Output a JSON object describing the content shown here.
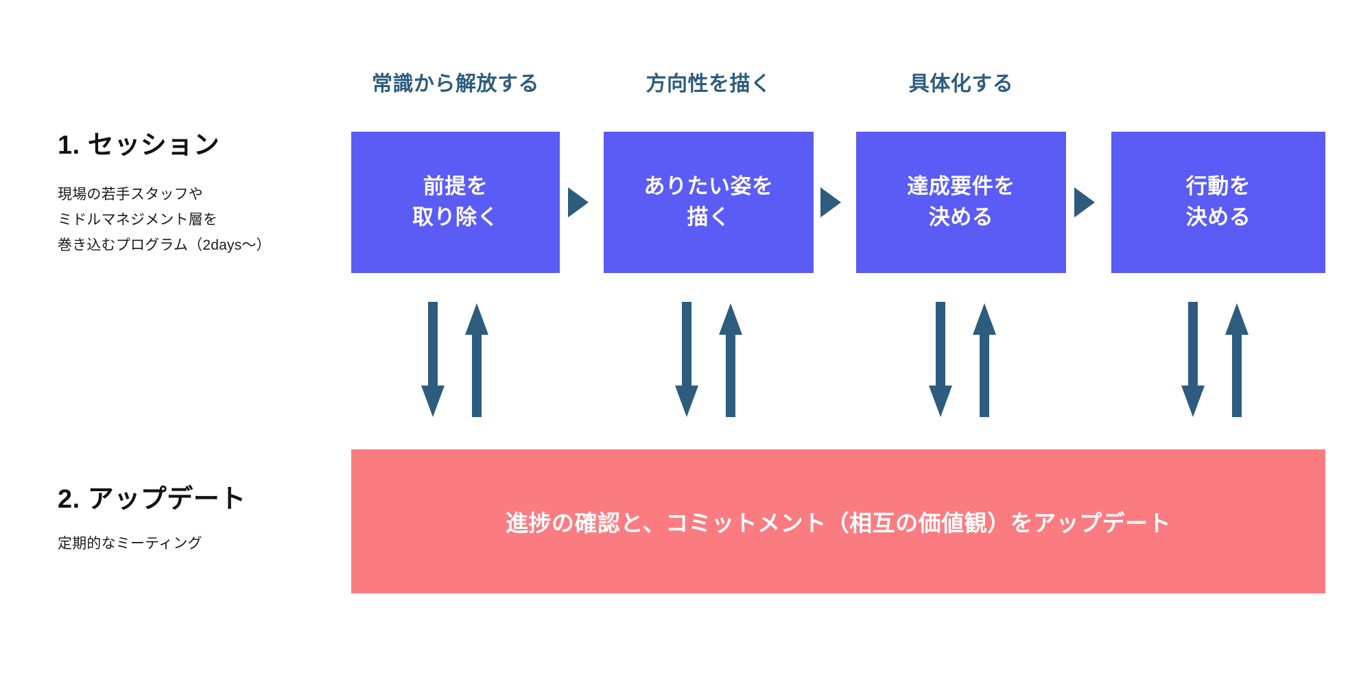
{
  "colors": {
    "step_box": "#5B5BF5",
    "arrow": "#2E5C7E",
    "caption": "#2E5C7E",
    "banner": "#FB7C80",
    "text_dark": "#111111",
    "text_light": "#FFFFFF",
    "background": "#FFFFFF"
  },
  "phase_captions": [
    {
      "label": "常識から解放する"
    },
    {
      "label": "方向性を描く"
    },
    {
      "label": "具体化する"
    }
  ],
  "sections": [
    {
      "title": "1.  セッション",
      "description": "現場の若手スタッフや\nミドルマネジメント層を\n巻き込むプログラム（2days〜）"
    },
    {
      "title": "2. アップデート",
      "description": "定期的なミーティング"
    }
  ],
  "steps": [
    {
      "label": "前提を\n取り除く"
    },
    {
      "label": "ありたい姿を\n描く"
    },
    {
      "label": "達成要件を\n決める"
    },
    {
      "label": "行動を\n決める"
    }
  ],
  "connectors": [
    {
      "name": "triangle-1"
    },
    {
      "name": "triangle-2"
    },
    {
      "name": "triangle-3"
    }
  ],
  "feedback_arrows": [
    {
      "down": "下向き矢印",
      "up": "上向き矢印"
    },
    {
      "down": "下向き矢印",
      "up": "上向き矢印"
    },
    {
      "down": "下向き矢印",
      "up": "上向き矢印"
    },
    {
      "down": "下向き矢印",
      "up": "上向き矢印"
    }
  ],
  "banner": {
    "label": "進捗の確認と、コミットメント（相互の価値観）をアップデート"
  }
}
